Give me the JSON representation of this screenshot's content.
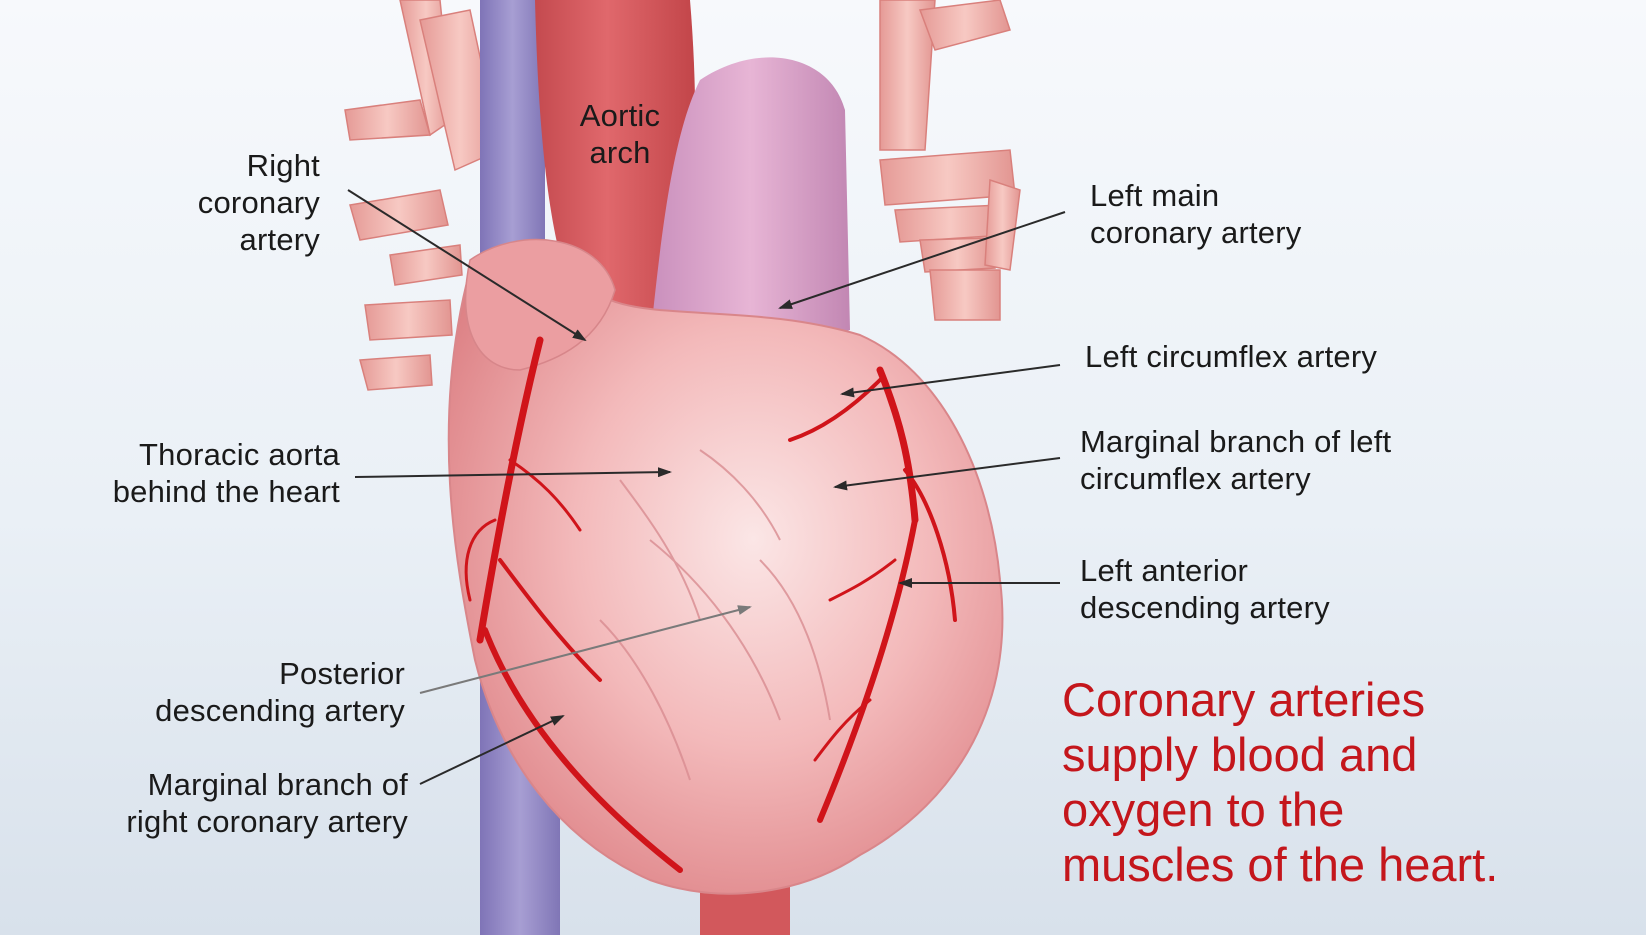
{
  "colors": {
    "background_top": "#f6f8fb",
    "background_bottom": "#dde5ee",
    "heart": "#f0a6a8",
    "artery": "#d0141a",
    "aorta": "#d9575c",
    "vein": "#9b8fc8",
    "caption": "#c4161c",
    "label_text": "#1a1a1a"
  },
  "labels": {
    "aortic_arch": [
      "Aortic",
      "arch"
    ],
    "right_coronary": [
      "Right",
      "coronary",
      "artery"
    ],
    "left_main": [
      "Left main",
      "coronary artery"
    ],
    "left_circumflex": [
      "Left circumflex artery"
    ],
    "thoracic_aorta": [
      "Thoracic aorta",
      "behind the heart"
    ],
    "marginal_left": [
      "Marginal branch of left",
      "circumflex artery"
    ],
    "left_anterior": [
      "Left anterior",
      "descending artery"
    ],
    "posterior_descending": [
      "Posterior",
      "descending artery"
    ],
    "marginal_right": [
      "Marginal branch of",
      "right coronary artery"
    ]
  },
  "caption": [
    "Coronary arteries",
    "supply blood and",
    "oxygen to the",
    "muscles of the heart."
  ]
}
